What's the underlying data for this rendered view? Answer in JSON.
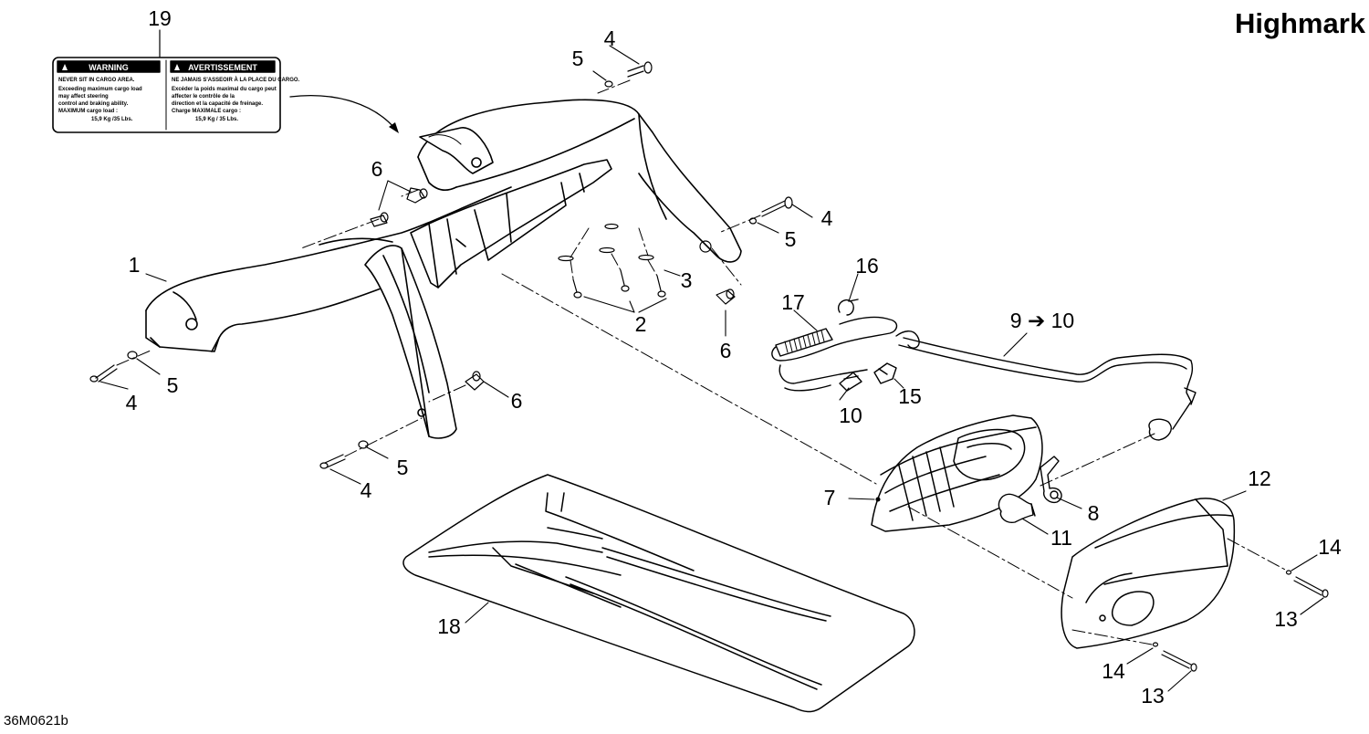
{
  "title": "Highmark",
  "drawing_code": "36M0621b",
  "warning_label": {
    "en_header": "WARNING",
    "fr_header": "AVERTISSEMENT",
    "en_lines": [
      "NEVER SIT IN CARGO AREA.",
      "Exceeding maximum cargo load",
      "may affect steering",
      "control and braking ability.",
      "MAXIMUM cargo load :",
      "15,9 Kg /35 Lbs."
    ],
    "fr_lines": [
      "NE JAMAIS S'ASSEOIR À LA PLACE DU CARGO.",
      "Excéder la poids maximal du cargo peut",
      "affecter le contrôle de la",
      "direction et la capacité de freinage.",
      "Charge MAXIMALE cargo :",
      "15,9 Kg / 35 Lbs."
    ]
  },
  "callouts": {
    "c1": "1",
    "c2": "2",
    "c3": "3",
    "c4a": "4",
    "c4b": "4",
    "c4c": "4",
    "c4d": "4",
    "c5a": "5",
    "c5b": "5",
    "c5c": "5",
    "c5d": "5",
    "c6a": "6",
    "c6b": "6",
    "c6c": "6",
    "c7": "7",
    "c8": "8",
    "c9": "9 ➔ 10",
    "c10": "10",
    "c11": "11",
    "c12": "12",
    "c13a": "13",
    "c13b": "13",
    "c14a": "14",
    "c14b": "14",
    "c15": "15",
    "c16": "16",
    "c17": "17",
    "c18": "18",
    "c19": "19"
  }
}
